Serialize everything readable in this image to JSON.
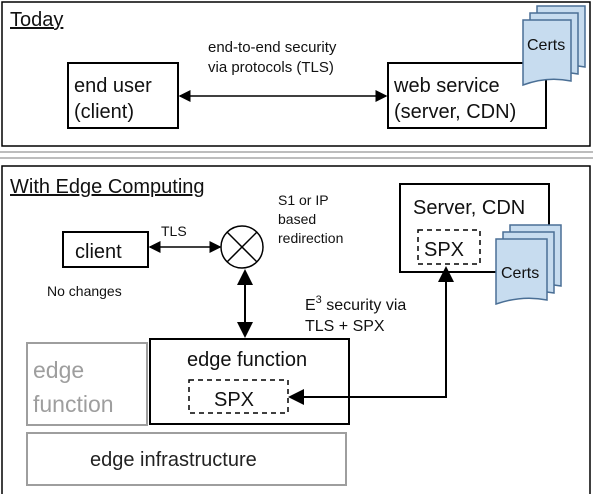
{
  "today_panel": {
    "title": "Today",
    "end_user_line1": "end user",
    "end_user_line2": "(client)",
    "protocol_line1": "end-to-end security",
    "protocol_line2": "via protocols (TLS)",
    "web_service_line1": "web service",
    "web_service_line2": "(server, CDN)",
    "certs_label": "Certs"
  },
  "edge_panel": {
    "title": "With Edge Computing",
    "client_label": "client",
    "tls_label": "TLS",
    "no_changes_label": "No changes",
    "redirection_line1": "S1 or IP",
    "redirection_line2": "based",
    "redirection_line3": "redirection",
    "server_label": "Server, CDN",
    "server_spx_label": "SPX",
    "certs_label": "Certs",
    "security_line1_prefix": "E",
    "security_superscript": "3",
    "security_line1_suffix": " security via",
    "security_line2": "TLS + SPX",
    "edge_function_label": "edge function",
    "edge_spx_label": "SPX",
    "ghost_function_line1": "edge",
    "ghost_function_line2": "function",
    "infrastructure_label": "edge infrastructure"
  },
  "colors": {
    "line": "#000000",
    "ghost": "#9e9e9e",
    "certs_fill": "#c7dcef",
    "certs_stroke": "#4a6f95",
    "divider": "#bdbdbd",
    "text": "#111111"
  }
}
